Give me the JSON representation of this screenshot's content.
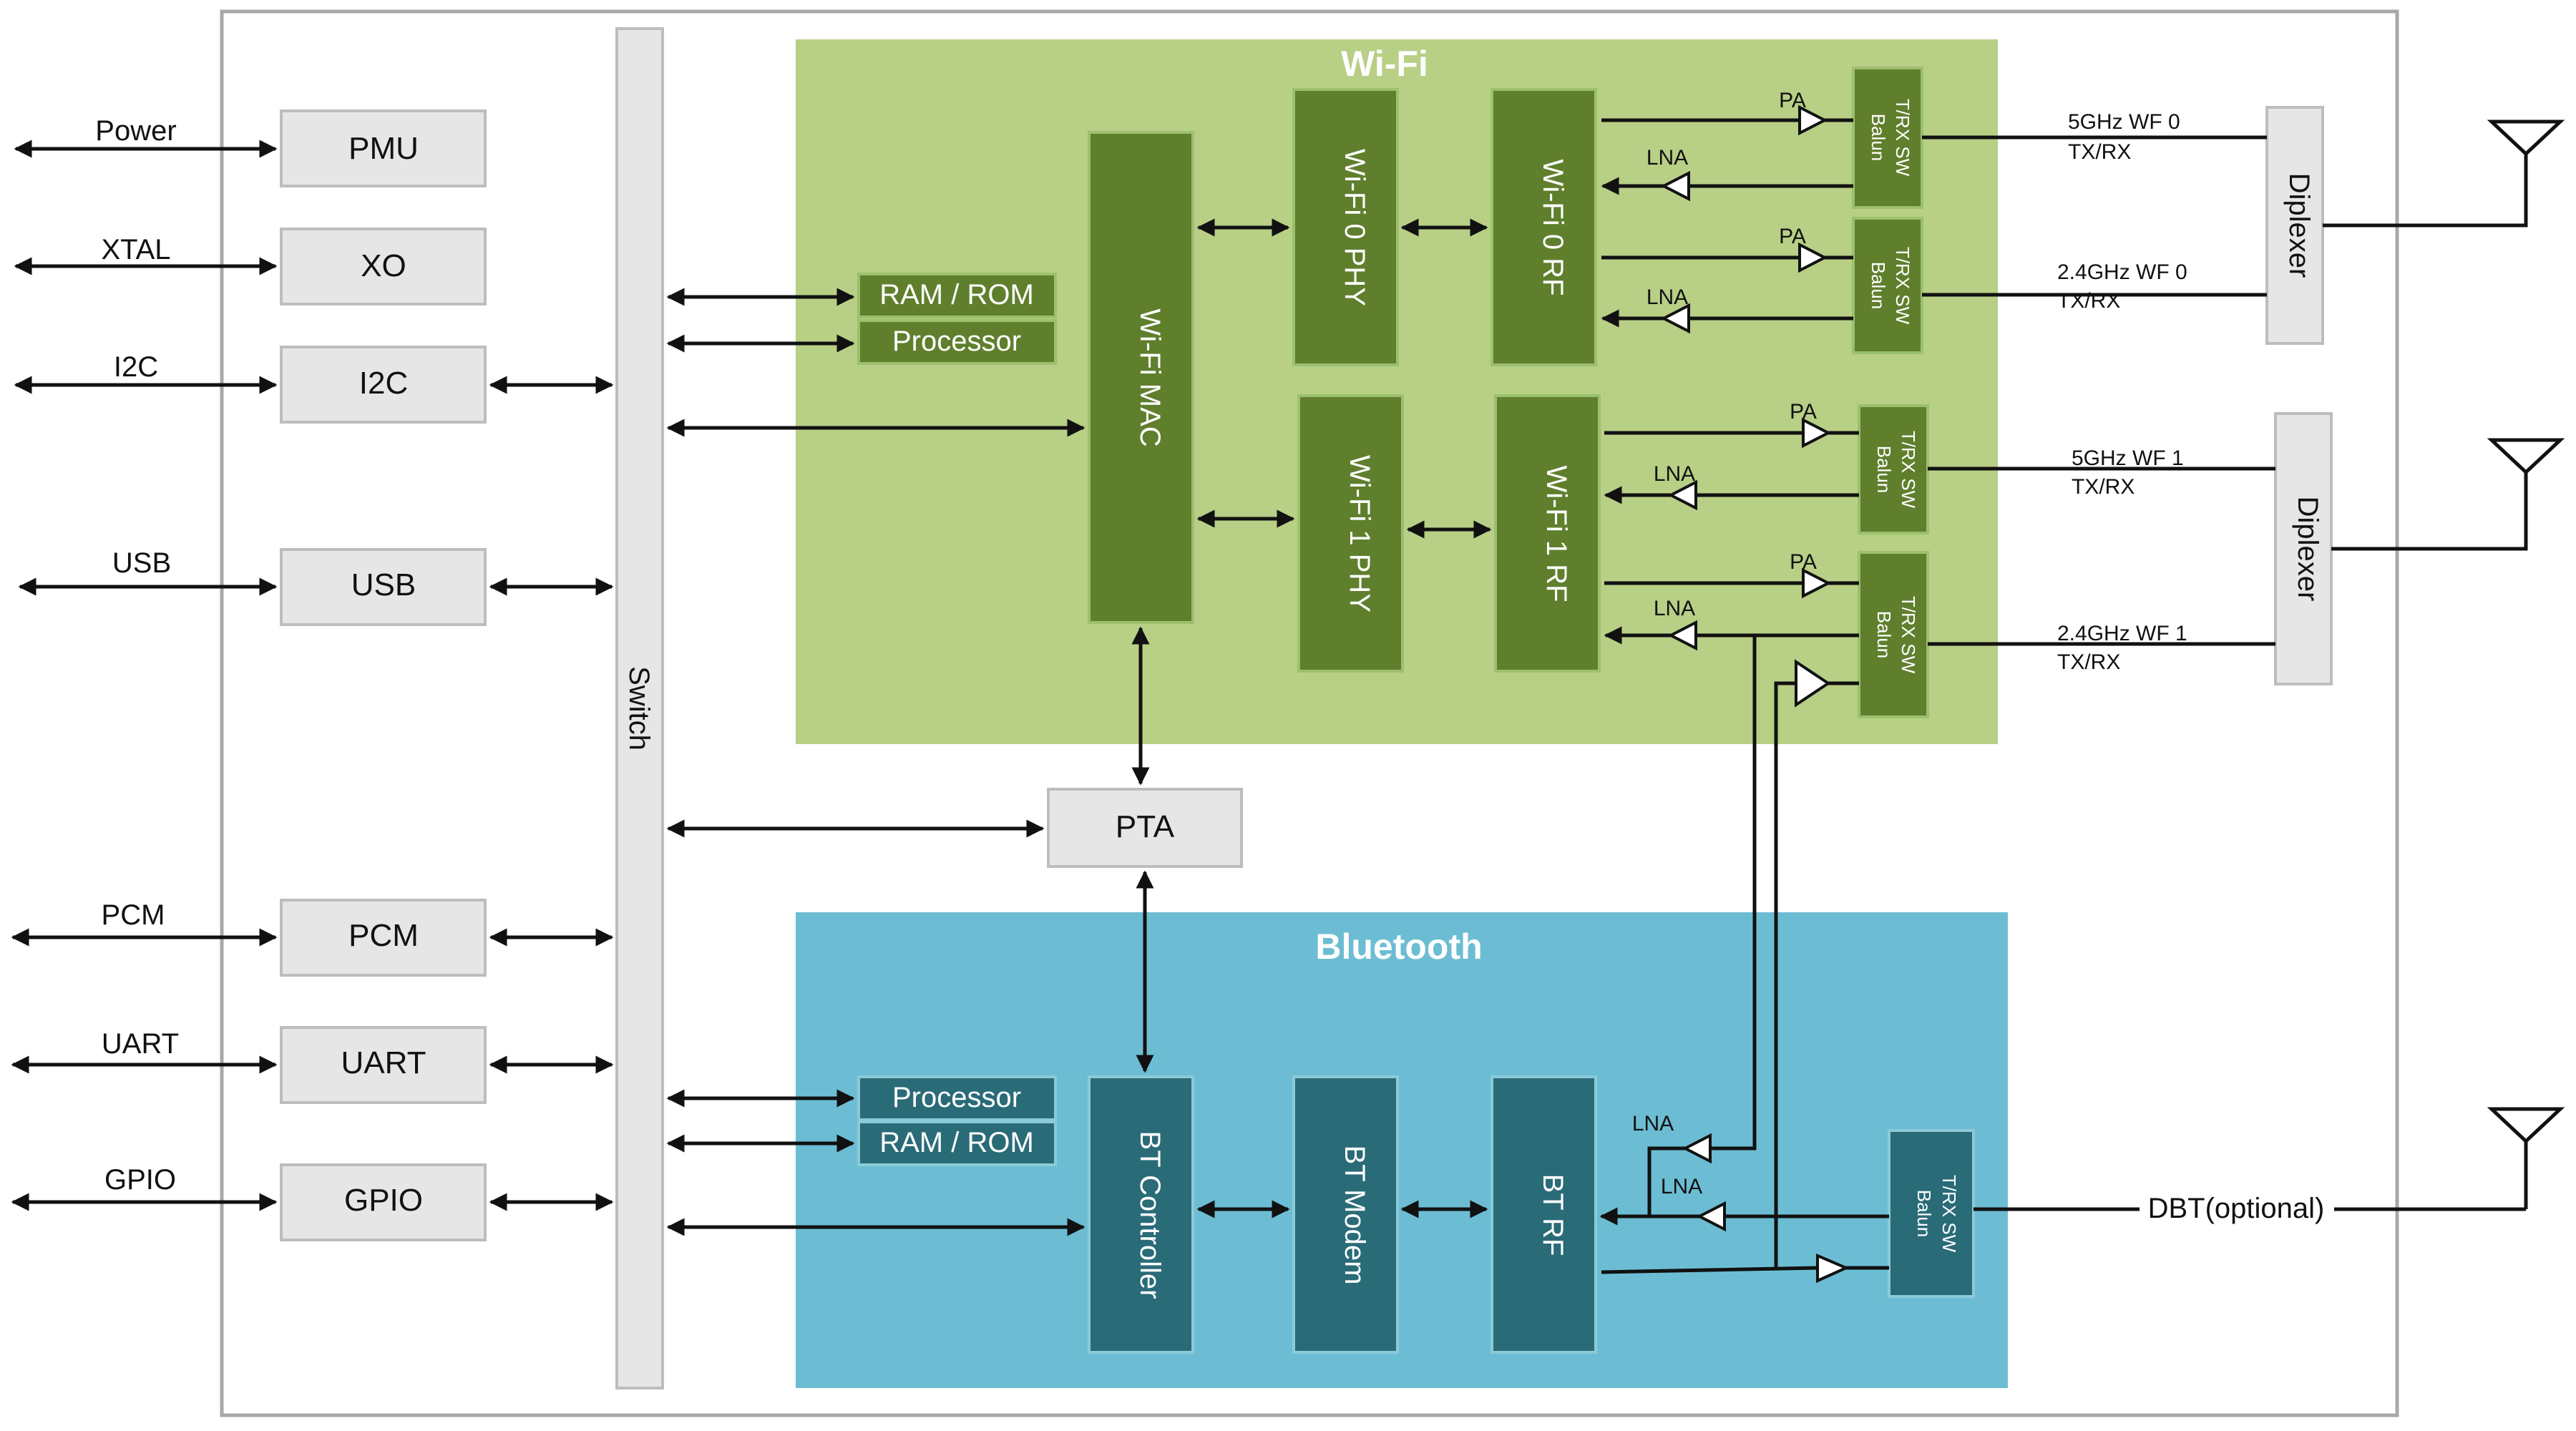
{
  "external_ports": [
    "Power",
    "XTAL",
    "I2C",
    "USB",
    "PCM",
    "UART",
    "GPIO"
  ],
  "peripherals": [
    "PMU",
    "XO",
    "I2C",
    "USB",
    "PCM",
    "UART",
    "GPIO"
  ],
  "switch": "Switch",
  "wifi": {
    "title": "Wi-Fi",
    "ram_rom": "RAM / ROM",
    "processor": "Processor",
    "mac": "Wi-Fi MAC",
    "phy0": "Wi-Fi 0 PHY",
    "rf0": "Wi-Fi 0 RF",
    "phy1": "Wi-Fi 1 PHY",
    "rf1": "Wi-Fi 1 RF",
    "pa": "PA",
    "lna": "LNA",
    "trx": "T/RX SW",
    "balun": "Balun"
  },
  "pta": "PTA",
  "bluetooth": {
    "title": "Bluetooth",
    "processor": "Processor",
    "ram_rom": "RAM / ROM",
    "controller": "BT Controller",
    "modem": "BT Modem",
    "rf": "BT RF",
    "lna": "LNA",
    "trx": "T/RX SW",
    "balun": "Balun"
  },
  "diplexer": "Diplexer",
  "rf_ports": {
    "wf0_5g": "5GHz WF 0",
    "wf0_24g": "2.4GHz WF 0",
    "wf1_5g": "5GHz WF 1",
    "wf1_24g": "2.4GHz WF 1",
    "txrx": "TX/RX",
    "dbt": "DBT(optional)"
  },
  "colors": {
    "wifi_bg": "#b8cf86",
    "wifi_block": "#5f7f2d",
    "bt_bg": "#6cbdd3",
    "bt_block": "#2a6b78",
    "gray_block": "#e6e6e6"
  }
}
